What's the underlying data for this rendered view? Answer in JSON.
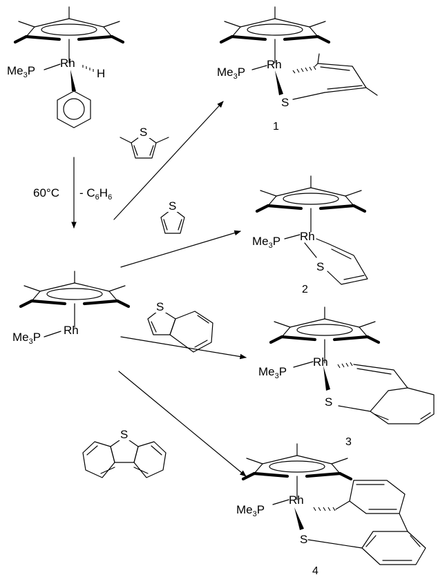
{
  "labels": {
    "me3p": "Me",
    "me3p_sub": "3",
    "me3p_p": "P",
    "rh": "Rh",
    "h": "H",
    "s": "S",
    "cond_temp": "60°C",
    "cond_loss": "- C",
    "cond_loss_sub": "6",
    "cond_loss_h": "H",
    "cond_loss_sub2": "6"
  },
  "compounds": {
    "c1": "1",
    "c2": "2",
    "c3": "3",
    "c4": "4"
  }
}
